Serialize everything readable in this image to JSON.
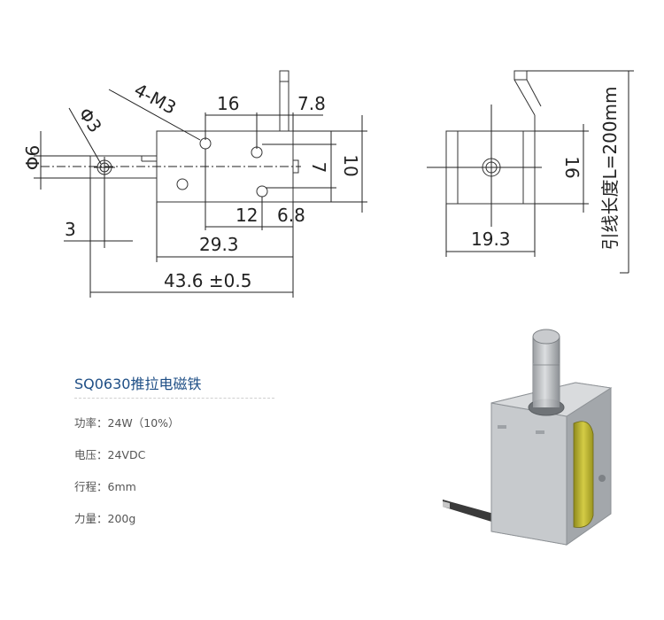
{
  "dimensions": {
    "front": {
      "m3_holes": "4-M3",
      "phi3": "Φ3",
      "phi6": "Φ6",
      "d16": "16",
      "d7_8": "7.8",
      "d7": "7",
      "d10": "10",
      "d3": "3",
      "d12": "12",
      "d6_8": "6.8",
      "d29_3": "29.3",
      "d43_6": "43.6 ±0.5"
    },
    "side": {
      "d16": "16",
      "d19_3": "19.3",
      "lead_length": "引线长度L=200mm"
    }
  },
  "product": {
    "title": "SQ0630推拉电磁铁",
    "specs": [
      "功率：24W（10%）",
      "电压：24VDC",
      "行程：6mm",
      "力量：200g"
    ]
  },
  "colors": {
    "title": "#1f4f86",
    "spec_text": "#555555",
    "coil": "#c9c23a"
  }
}
